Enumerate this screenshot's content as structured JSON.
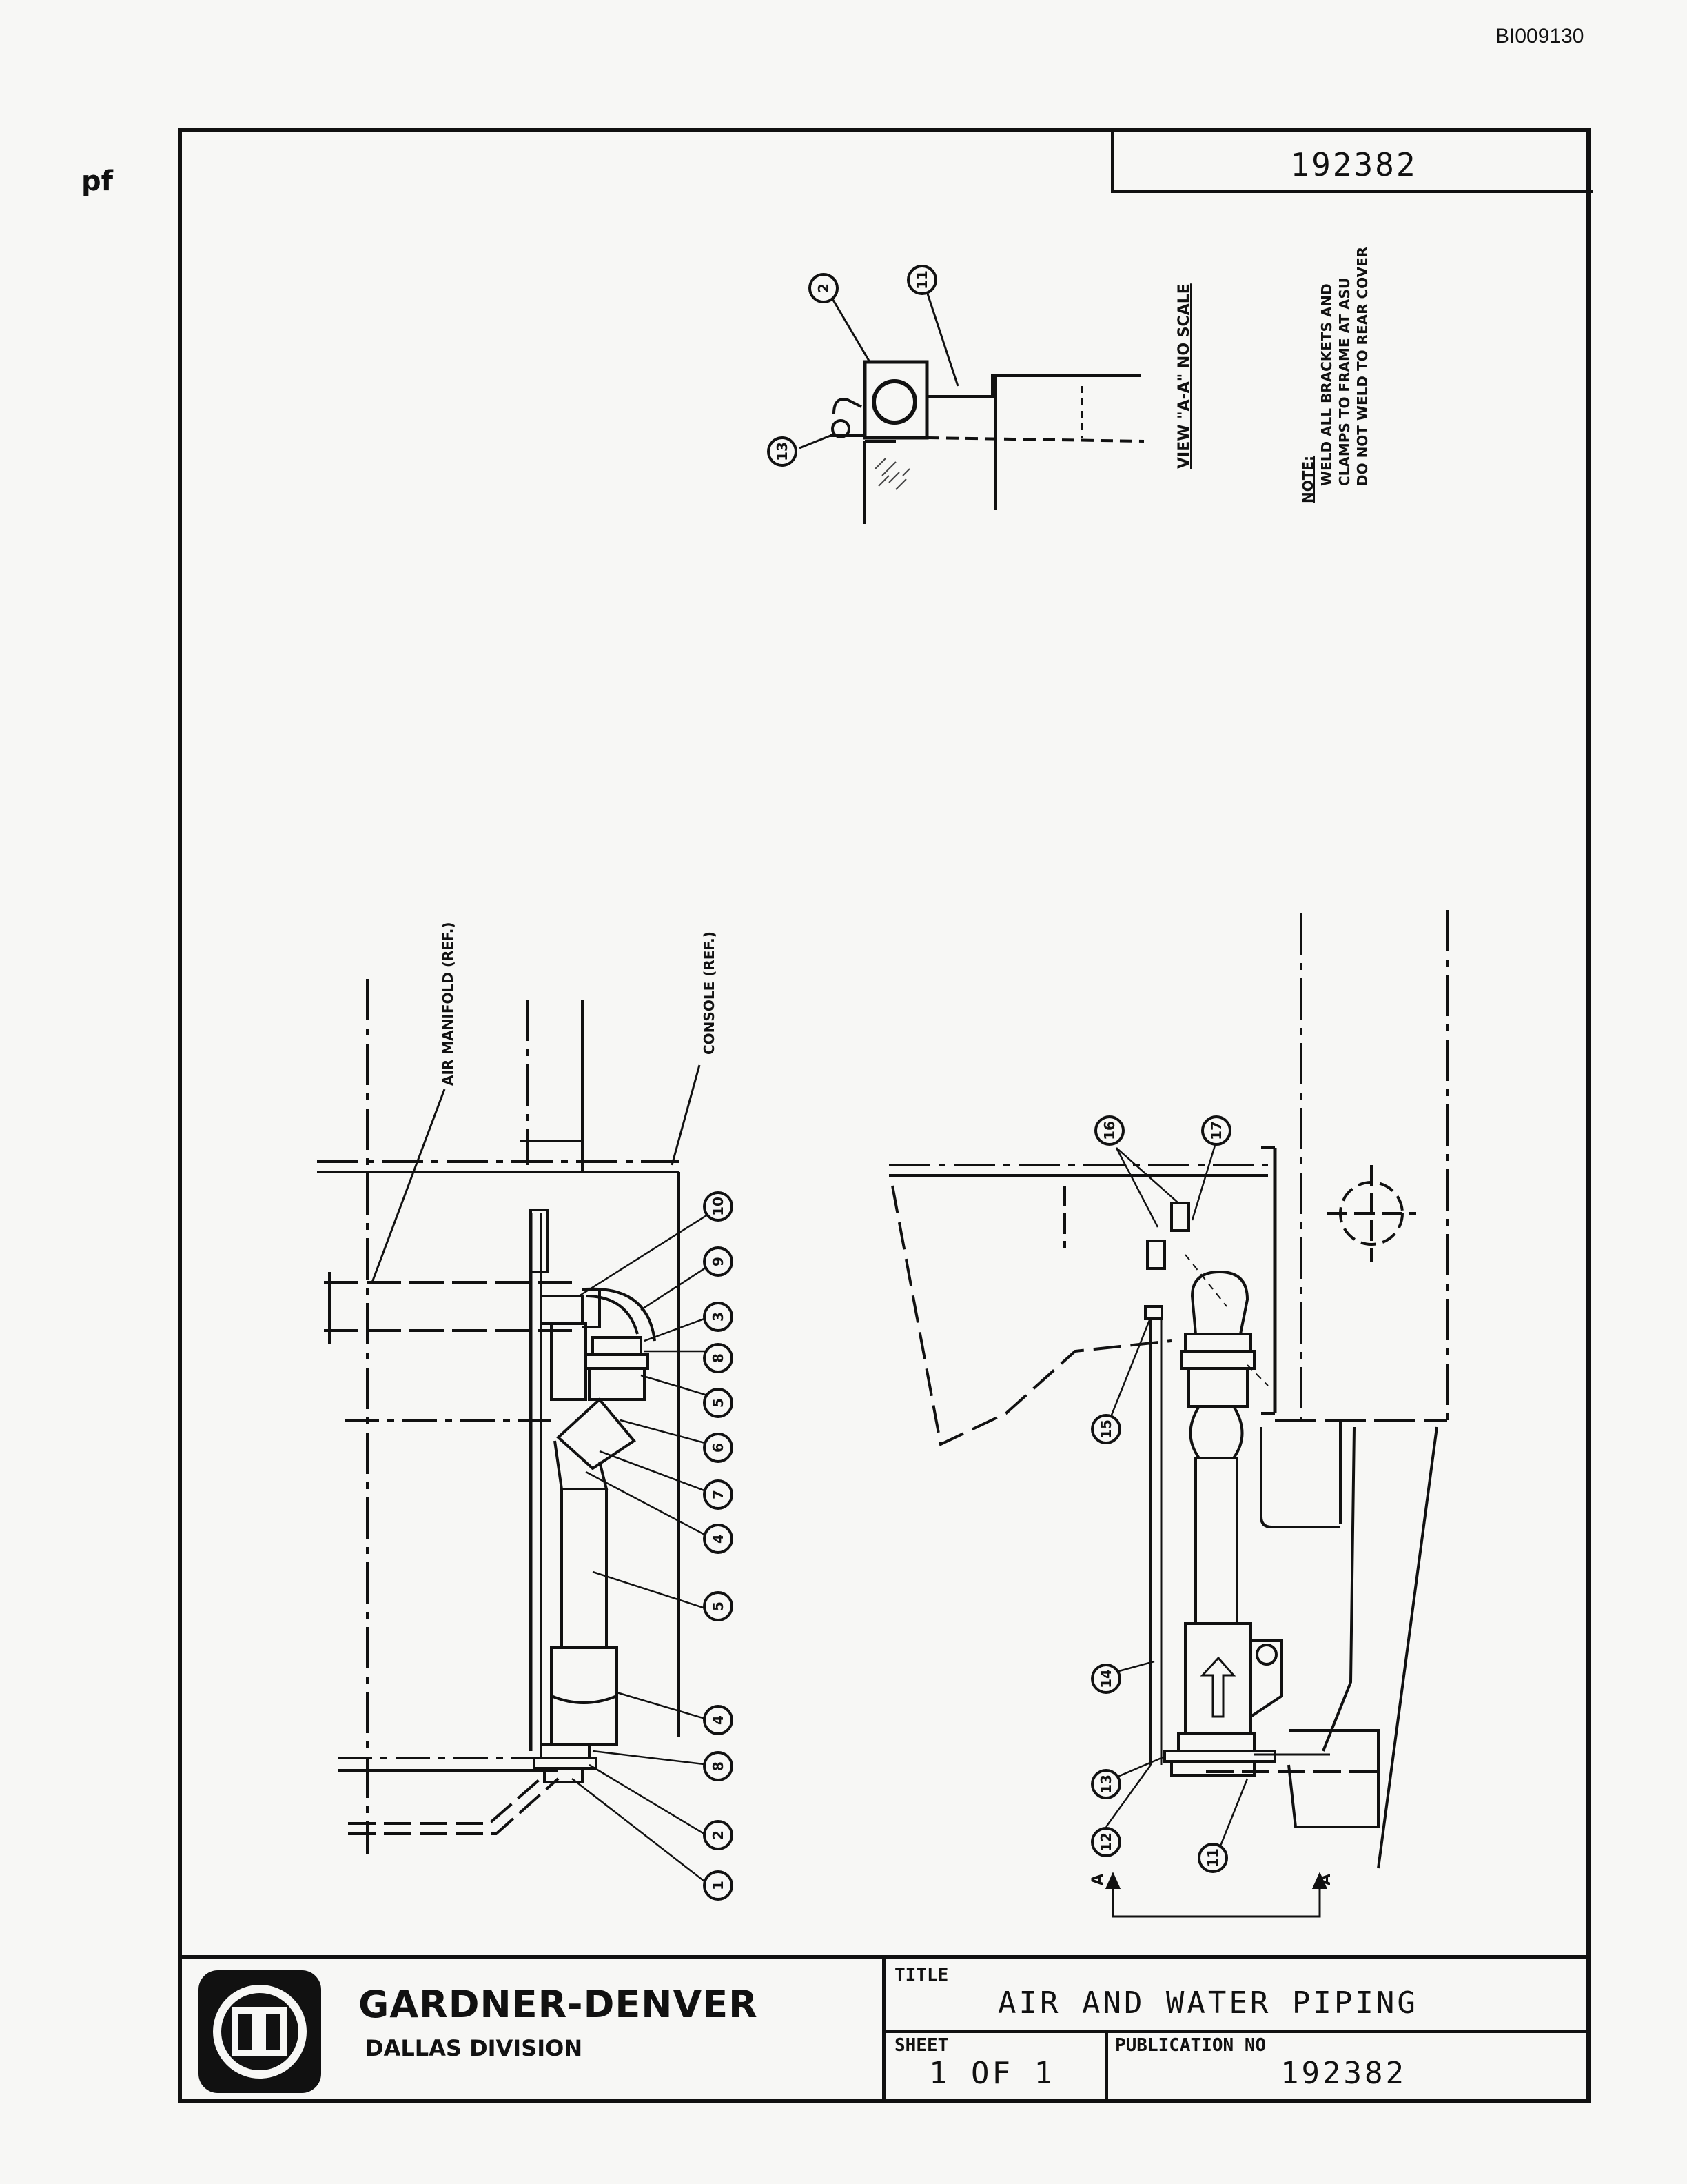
{
  "document": {
    "bates_number": "BI009130",
    "margin_mark": "pf",
    "drawing_number": "192382"
  },
  "view_aa": {
    "label": "VIEW \"A-A\" NO SCALE",
    "callouts": [
      "2",
      "11",
      "13"
    ]
  },
  "note": {
    "heading": "NOTE:",
    "lines": [
      "WELD ALL BRACKETS AND",
      "CLAMPS TO FRAME AT ASU",
      "DO NOT WELD TO REAR COVER"
    ]
  },
  "left_view": {
    "ref_labels": [
      "AIR MANIFOLD (REF.)",
      "CONSOLE (REF.)"
    ],
    "callouts": [
      "10",
      "9",
      "3",
      "8",
      "5",
      "6",
      "7",
      "4",
      "5",
      "4",
      "8",
      "2",
      "1"
    ]
  },
  "right_view": {
    "callouts": [
      "16",
      "17",
      "15",
      "14",
      "13",
      "12",
      "11"
    ],
    "section_marks": [
      "A",
      "A"
    ]
  },
  "title_block": {
    "company": "GARDNER-DENVER",
    "division": "DALLAS DIVISION",
    "title_label": "TITLE",
    "title": "AIR AND WATER PIPING",
    "sheet_label": "SHEET",
    "sheet": "1 OF 1",
    "publication_label": "PUBLICATION NO",
    "publication_no": "192382"
  }
}
